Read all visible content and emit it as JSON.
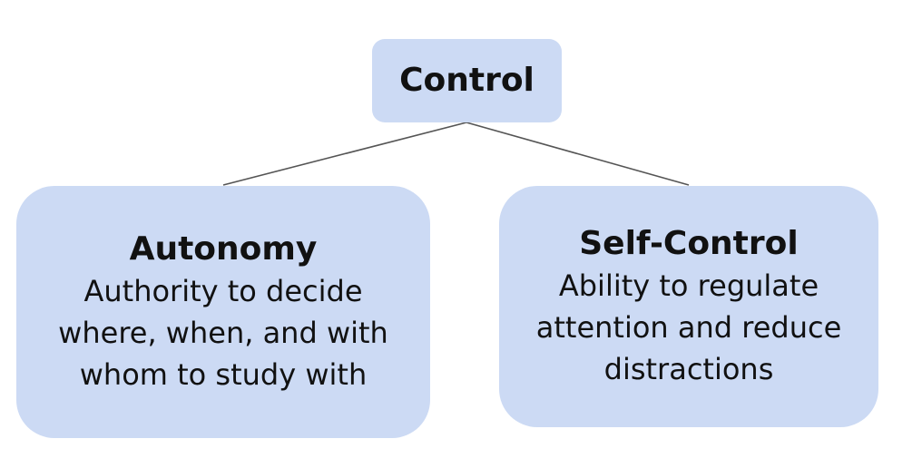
{
  "diagram": {
    "root": {
      "label": "Control"
    },
    "children": [
      {
        "title": "Autonomy",
        "description": "Authority to decide where, when, and with whom to study with"
      },
      {
        "title": "Self-Control",
        "description": "Ability to regulate attention and reduce distractions"
      }
    ],
    "colors": {
      "node_fill": "#ccdaf4",
      "connector": "#555555",
      "text": "#111111"
    }
  }
}
